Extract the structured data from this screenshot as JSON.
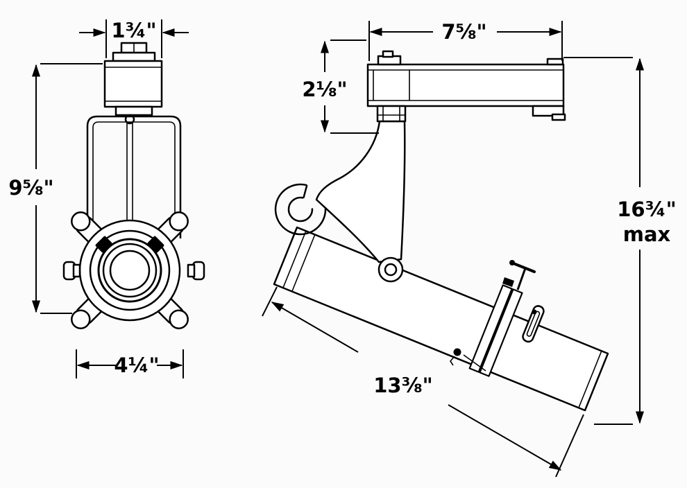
{
  "page": {
    "background": "#fbfbfb",
    "line_color": "#000000",
    "drawing_type": "track-light-fixture-dimension-drawing"
  },
  "front_view": {
    "dimensions": {
      "top_width": "1¾\"",
      "height": "9⅝\"",
      "bottom_width": "4¼\""
    }
  },
  "side_view": {
    "dimensions": {
      "top_width": "7⅝\"",
      "drop_height": "2⅛\"",
      "max_height": "16¾\"",
      "max_height_suffix": "max",
      "body_length": "13⅜\""
    }
  }
}
